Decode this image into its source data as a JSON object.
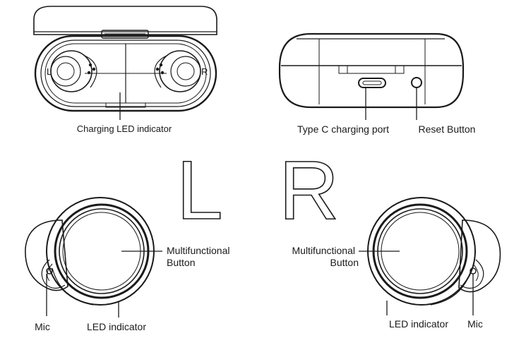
{
  "case_open_view": {
    "charging_led_label": "Charging LED indicator",
    "left_bay_mark": "L",
    "right_bay_mark": "R"
  },
  "case_back_view": {
    "type_c_label": "Type C charging port",
    "reset_label": "Reset Button"
  },
  "side_markers": {
    "left": "L",
    "right": "R"
  },
  "left_earbud": {
    "button_label_line1": "Multifunctional",
    "button_label_line2": "Button",
    "mic_label": "Mic",
    "led_label": "LED indicator"
  },
  "right_earbud": {
    "button_label_line1": "Multifunctional",
    "button_label_line2": "Button",
    "led_label": "LED indicator",
    "mic_label": "Mic"
  }
}
